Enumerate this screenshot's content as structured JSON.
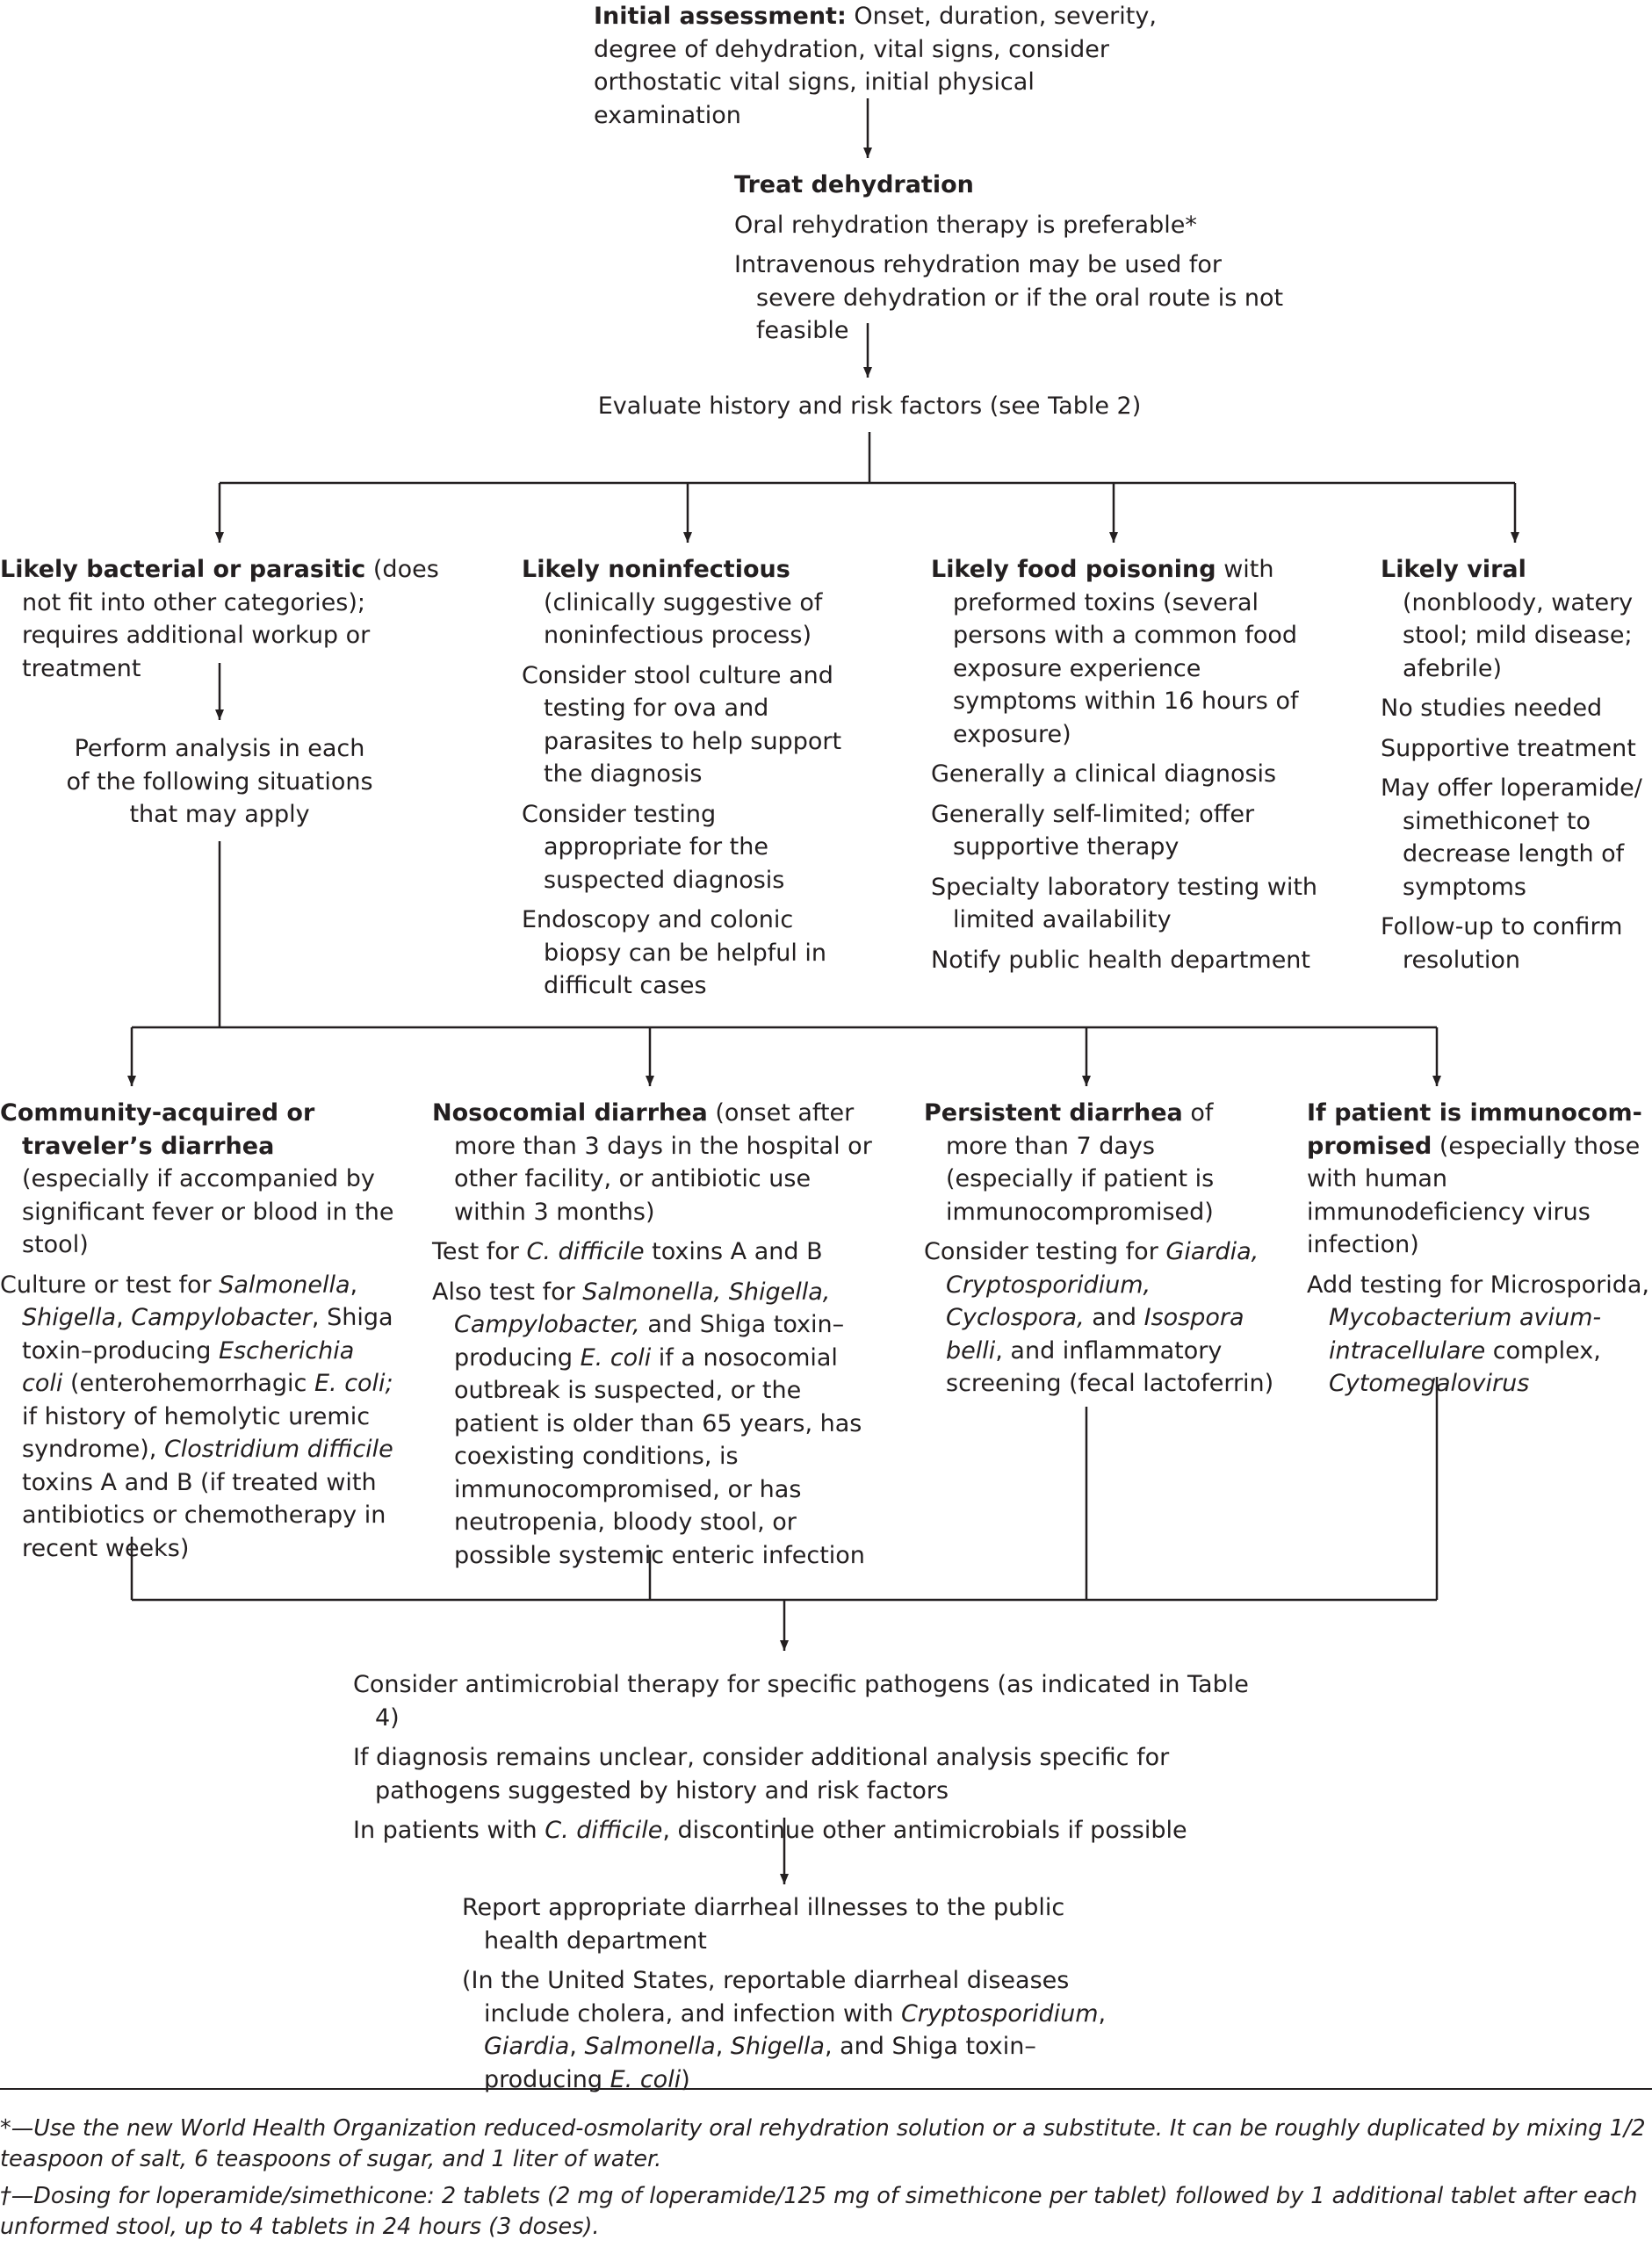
{
  "initial": {
    "title": "Initial assessment:",
    "text": " Onset, duration, severity, degree of dehydration, vital signs, consider orthostatic vital signs, initial physical examination"
  },
  "dehydration": {
    "title": "Treat dehydration",
    "line1": "Oral rehydration therapy is preferable*",
    "line2": "Intravenous rehydration may be used for severe dehydration or if the oral route is not feasible"
  },
  "evaluate": "Evaluate history and risk factors (see Table 2)",
  "bacterial": {
    "title": "Likely bacterial or parasitic",
    "text": " (does not fit into other categories); requires additional workup or treatment",
    "analysis": "Perform analysis in each of the following situations that may apply"
  },
  "noninfectious": {
    "title": "Likely noninfectious",
    "text": " (clinically suggestive of noninfectious process)",
    "items": [
      "Consider stool culture and testing for ova and parasites to help support the diagnosis",
      "Consider testing appropriate for the suspected diagnosis",
      "Endoscopy and colonic biopsy can be helpful in difficult cases"
    ]
  },
  "food": {
    "title": "Likely food poisoning",
    "text": " with preformed toxins (several persons with a common food exposure experience symptoms within 16 hours of exposure)",
    "items": [
      "Generally a clinical diagnosis",
      "Generally self-limited; offer supportive therapy",
      "Specialty laboratory testing with limited availability",
      "Notify public health department"
    ]
  },
  "viral": {
    "title": "Likely viral",
    "text": " (nonbloody, watery stool; mild disease; afebrile)",
    "items": [
      "No studies needed",
      "Supportive treatment",
      "May offer loperamide/ simethicone† to decrease length of symptoms",
      "Follow-up to confirm resolution"
    ]
  },
  "community": {
    "title": "Community-acquired or traveler’s diarrhea",
    "text": " (especially if accompanied by significant fever or blood in the stool)",
    "t1": "Culture or test for ",
    "i1": "Salmonella",
    "t2": ", ",
    "i2": "Shigella",
    "t3": ", ",
    "i3": "Campylobacter",
    "t4": ", Shiga toxin–producing ",
    "i4": "Escherichia coli",
    "t5": " (enterohemorrhagic ",
    "i5": "E. coli;",
    "t6": " if history of hemolytic uremic syndrome), ",
    "i6": "Clostridium difficile",
    "t7": " toxins A and B (if treated with antibiotics or chemotherapy in recent weeks)"
  },
  "nosocomial": {
    "title": "Nosocomial diarrhea",
    "text": " (onset after more than 3 days in the hospital or other facility, or antibiotic use within 3 months)",
    "a1": "Test for ",
    "ai": "C. difficile",
    "a2": " toxins A and B",
    "b1": "Also test for ",
    "bi1": "Salmonella, Shigella, Campylobacter,",
    "b2": " and Shiga toxin–producing ",
    "bi2": "E. coli",
    "b3": " if a nosocomial outbreak is suspected, or the patient is older than 65 years, has coexisting conditions, is immunocompromised, or has neutropenia, bloody stool, or possible systemic enteric infection"
  },
  "persistent": {
    "title": "Persistent diarrhea",
    "text": " of more than 7 days (especially if patient is immunocompromised)",
    "t1": "Consider testing for ",
    "i1": "Giardia, Cryptosporidium, Cyclospora,",
    "t2": " and ",
    "i2": "Isospora belli",
    "t3": ", and inflammatory screening (fecal lactoferrin)"
  },
  "immuno": {
    "title": "If patient is immunocom­promised",
    "text": " (especially those with human immunodeficiency virus infection)",
    "t1": "Add testing for Microsporida, ",
    "i1": "Mycobacterium avium-intracellulare",
    "t2": " complex, ",
    "i2": "Cytomegalovirus"
  },
  "therapy": {
    "line1": "Consider antimicrobial therapy for specific pathogens (as indicated in Table 4)",
    "line2": "If diagnosis remains unclear, consider additional analysis specific for pathogens suggested by history and risk factors",
    "l3a": "In patients with ",
    "l3i": "C. difficile",
    "l3b": ", discontinue other antimicrobials if possible"
  },
  "report": {
    "line1": "Report appropriate diarrheal illnesses to the public health department",
    "l2a": "(In the United States, reportable diarrheal diseases include cholera, and infection with ",
    "l2i1": "Cryptosporidium",
    "l2b": ", ",
    "l2i2": "Giardia",
    "l2c": ", ",
    "l2i3": "Salmonella",
    "l2d": ", ",
    "l2i4": "Shigella",
    "l2e": ", and Shiga toxin–producing ",
    "l2i5": "E. coli",
    "l2f": ")"
  },
  "footnotes": {
    "star": "*—Use the new World Health Organization reduced-osmolarity oral rehydration solution or a substitute. It can be roughly duplicated by mixing 1/2 teaspoon of salt, 6 teaspoons of sugar, and 1 liter of water.",
    "dagger": "†—Dosing for loperamide/simethicone: 2 tablets (2 mg of loperamide/125 mg of simethicone per tablet) followed by 1 additional tablet after each unformed stool, up to 4 tablets in 24 hours (3 doses)."
  },
  "colors": {
    "ink": "#231f20"
  }
}
